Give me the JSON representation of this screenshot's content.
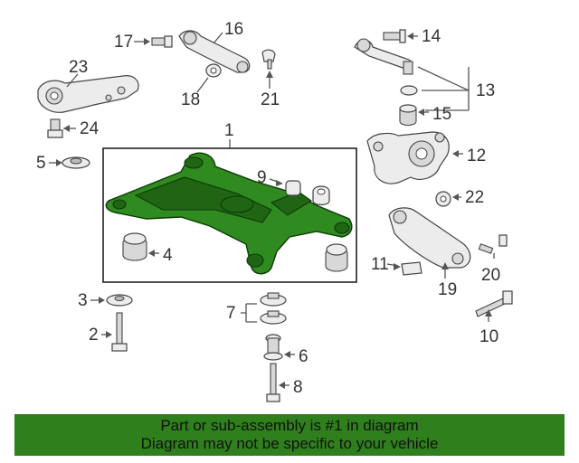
{
  "callouts": {
    "n1": "1",
    "n2": "2",
    "n3": "3",
    "n4": "4",
    "n5": "5",
    "n6": "6",
    "n7": "7",
    "n8": "8",
    "n9": "9",
    "n10": "10",
    "n11": "11",
    "n12": "12",
    "n13": "13",
    "n14": "14",
    "n15": "15",
    "n16": "16",
    "n17": "17",
    "n18": "18",
    "n19": "19",
    "n20": "20",
    "n21": "21",
    "n22": "22",
    "n23": "23",
    "n24": "24"
  },
  "banner": {
    "line1": "Part or sub-assembly is #1 in diagram",
    "line2": "Diagram may not be specific to your vehicle",
    "color": "#2f7f1d"
  },
  "highlight_color": "#2f8a1f"
}
